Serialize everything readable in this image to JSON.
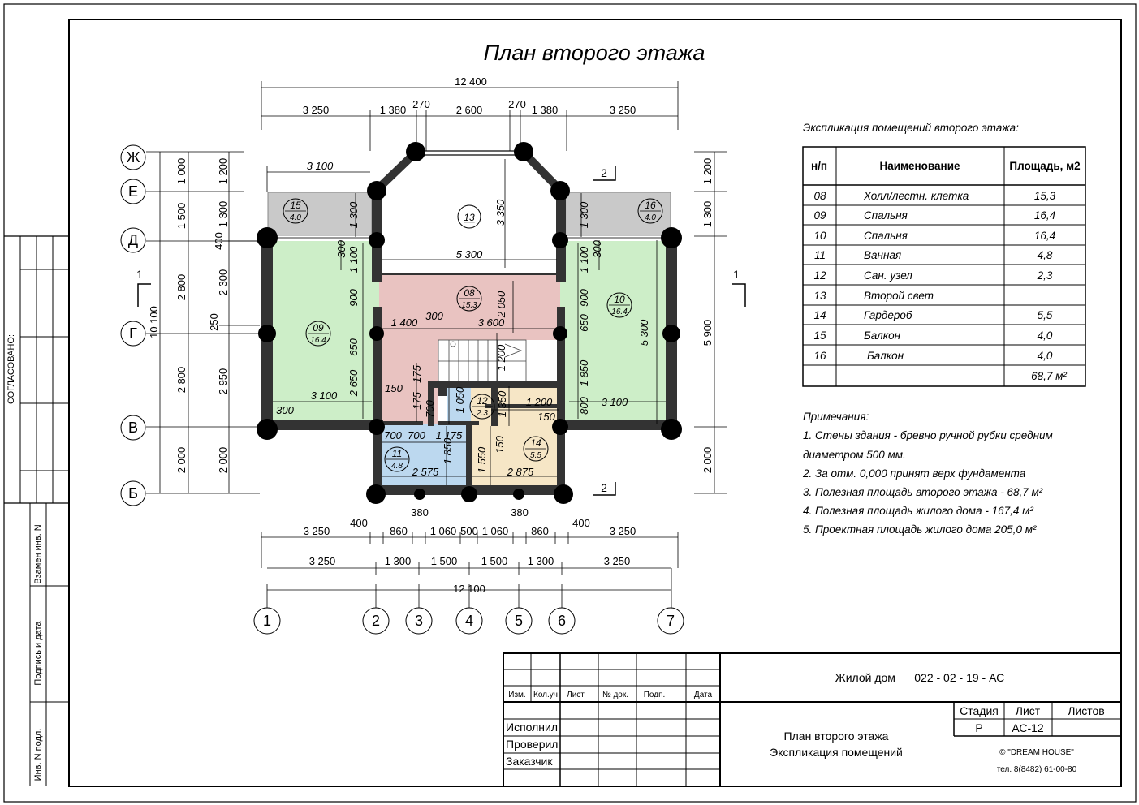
{
  "plan_title": "План второго этажа",
  "rooms": [
    {
      "num": "15",
      "area": "4.0"
    },
    {
      "num": "13",
      "area": ""
    },
    {
      "num": "16",
      "area": "4.0"
    },
    {
      "num": "09",
      "area": "16.4"
    },
    {
      "num": "08",
      "area": "15.3"
    },
    {
      "num": "10",
      "area": "16.4"
    },
    {
      "num": "12",
      "area": "2.3"
    },
    {
      "num": "11",
      "area": "4.8"
    },
    {
      "num": "14",
      "area": "5.5"
    }
  ],
  "axes_rows": [
    "Ж",
    "Е",
    "Д",
    "Г",
    "В",
    "Б"
  ],
  "axes_cols": [
    "1",
    "2",
    "3",
    "4",
    "5",
    "6",
    "7"
  ],
  "section_marks": [
    "1",
    "1",
    "2",
    "2"
  ],
  "dims": {
    "top_total": "12 400",
    "top": [
      "3 250",
      "1 380",
      "270",
      "2 600",
      "270",
      "1 380",
      "3 250"
    ],
    "bottom_total": "12 100",
    "bottom_a": [
      "3 250",
      "400",
      "860",
      "380",
      "1 060",
      "500",
      "1 060",
      "380",
      "860",
      "400",
      "3 250"
    ],
    "bottom_b": [
      "3 250",
      "1 300",
      "1 500",
      "1 500",
      "1 300",
      "3 250"
    ],
    "left_total": "10 100",
    "left_a": [
      "1 000",
      "1 500",
      "2 800",
      "2 800",
      "2 000"
    ],
    "left_b": [
      "1 200",
      "1 300",
      "400",
      "2 300",
      "250",
      "2 950",
      "2 000"
    ],
    "right": [
      "1 200",
      "1 300",
      "5 900",
      "2 000"
    ],
    "interior": [
      "3 100",
      "1 300",
      "3 350",
      "1 300",
      "5 300",
      "300",
      "1 100",
      "900",
      "2 050",
      "1 100",
      "900",
      "300",
      "1 400",
      "300",
      "3 600",
      "650",
      "1 200",
      "650",
      "5 300",
      "2 650",
      "150",
      "175",
      "1 850",
      "3 100",
      "300",
      "175",
      "700",
      "1 050",
      "1 350",
      "1 200",
      "800",
      "3 100",
      "150",
      "700",
      "700",
      "1 175",
      "1 850",
      "150",
      "1 550",
      "2 575",
      "2 875"
    ]
  },
  "explication": {
    "title": "Экспликация помещений второго этажа:",
    "headers": [
      "н/п",
      "Наименование",
      "Площадь, м2"
    ],
    "rows": [
      {
        "n": "08",
        "name": "Холл/лестн. клетка",
        "area": "15,3"
      },
      {
        "n": "09",
        "name": "Спальня",
        "area": "16,4"
      },
      {
        "n": "10",
        "name": "Спальня",
        "area": "16,4"
      },
      {
        "n": "11",
        "name": "Ванная",
        "area": "4,8"
      },
      {
        "n": "12",
        "name": "Сан. узел",
        "area": "2,3"
      },
      {
        "n": "13",
        "name": "Второй свет",
        "area": ""
      },
      {
        "n": "14",
        "name": "Гардероб",
        "area": "5,5"
      },
      {
        "n": "15",
        "name": "Балкон",
        "area": "4,0"
      },
      {
        "n": "16",
        "name": "Балкон",
        "area": "4,0"
      }
    ],
    "total": "68,7 м²"
  },
  "notes": {
    "title": "Примечания:",
    "items": [
      "1. Стены здания - бревно ручной рубки средним",
      "диаметром 500 мм.",
      "2. За отм. 0,000 принят верх фундамента",
      "3. Полезная площадь второго этажа - 68,7 м²",
      "4. Полезная площадь жилого дома - 167,4 м²",
      "5. Проектная площадь жилого дома 205,0 м²"
    ]
  },
  "side_labels": {
    "agreed": "СОГЛАСОВАНО:",
    "replace": "Взамен инв. N",
    "sign": "Подпись и дата",
    "inv": "Инв. N подл."
  },
  "stamp": {
    "headers": [
      "Изм.",
      "Кол.уч",
      "Лист",
      "№ док.",
      "Подп.",
      "Дата"
    ],
    "roles": [
      "Исполнил",
      "Проверил",
      "Заказчик"
    ],
    "project": "Жилой дом      022 - 02 - 19 - АС",
    "sheet_title_1": "План второго этажа",
    "sheet_title_2": "Экспликация помещений",
    "stage_label": "Стадия",
    "sheet_label": "Лист",
    "sheets_label": "Листов",
    "stage": "Р",
    "sheet": "АС-12",
    "sheets": "",
    "company": "© \"DREAM HOUSE\"",
    "phone": "тел. 8(8482) 61-00-80"
  }
}
